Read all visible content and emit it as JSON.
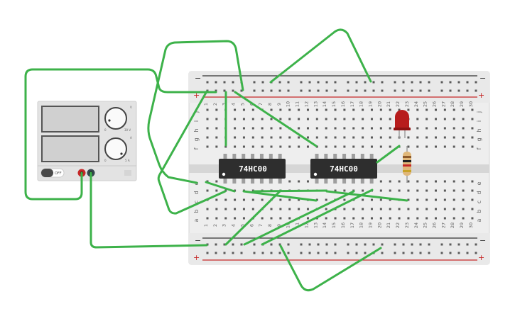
{
  "power_supply": {
    "toggle_label": "OFF",
    "voltage_min": "0",
    "voltage_max": "30 V",
    "current_min": "0",
    "current_max": "5 A",
    "voltage_tag": "V",
    "current_tag": "A"
  },
  "breadboard": {
    "columns": 30,
    "column_labels": [
      "1",
      "2",
      "3",
      "4",
      "5",
      "6",
      "7",
      "8",
      "9",
      "10",
      "11",
      "12",
      "13",
      "14",
      "15",
      "16",
      "17",
      "18",
      "19",
      "20",
      "21",
      "22",
      "23",
      "24",
      "25",
      "26",
      "27",
      "28",
      "29",
      "30"
    ],
    "upper_rows": [
      "j",
      "i",
      "h",
      "g",
      "f"
    ],
    "lower_rows": [
      "e",
      "d",
      "c",
      "b",
      "a"
    ],
    "rail_minus": "−",
    "rail_plus": "+"
  },
  "chips": [
    {
      "label": "74HC00"
    },
    {
      "label": "74HC00"
    }
  ],
  "colors": {
    "wire": "#3db24a",
    "board": "#eeeeee",
    "hole": "#5a5a5a",
    "rail_red": "#c62828",
    "rail_black": "#333333",
    "chip": "#2e2e2e",
    "led": "#b71c1c"
  }
}
